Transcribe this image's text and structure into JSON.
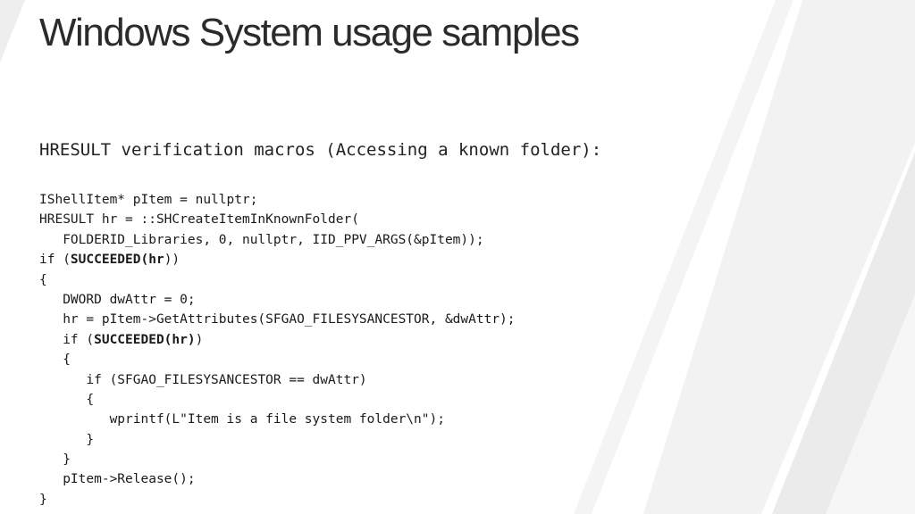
{
  "slide": {
    "title": "Windows System usage samples",
    "subtitle": "HRESULT verification macros (Accessing a known folder):",
    "code_lines": [
      [
        {
          "text": "IShellItem* pItem = nullptr;"
        }
      ],
      [
        {
          "text": "HRESULT hr = ::SHCreateItemInKnownFolder("
        }
      ],
      [
        {
          "text": "   FOLDERID_Libraries, 0, nullptr, IID_PPV_ARGS(&pItem));"
        }
      ],
      [
        {
          "text": "if ("
        },
        {
          "text": "SUCCEEDED(hr",
          "bold": true
        },
        {
          "text": "))"
        }
      ],
      [
        {
          "text": "{"
        }
      ],
      [
        {
          "text": "   DWORD dwAttr = 0;"
        }
      ],
      [
        {
          "text": "   hr = pItem->GetAttributes(SFGAO_FILESYSANCESTOR, &dwAttr);"
        }
      ],
      [
        {
          "text": "   if ("
        },
        {
          "text": "SUCCEEDED(hr)",
          "bold": true
        },
        {
          "text": ")"
        }
      ],
      [
        {
          "text": "   {"
        }
      ],
      [
        {
          "text": "      if (SFGAO_FILESYSANCESTOR == dwAttr)"
        }
      ],
      [
        {
          "text": "      {"
        }
      ],
      [
        {
          "text": "         wprintf(L\"Item is a file system folder\\n\");"
        }
      ],
      [
        {
          "text": "      }"
        }
      ],
      [
        {
          "text": "   }"
        }
      ],
      [
        {
          "text": "   pItem->Release();"
        }
      ],
      [
        {
          "text": "}"
        }
      ]
    ]
  },
  "colors": {
    "background": "#ffffff",
    "title_text": "#2b2b2b",
    "code_text": "#1a1a1a",
    "stripe_light": "#f3f3f3",
    "stripe_mid": "#e9e9e9"
  }
}
